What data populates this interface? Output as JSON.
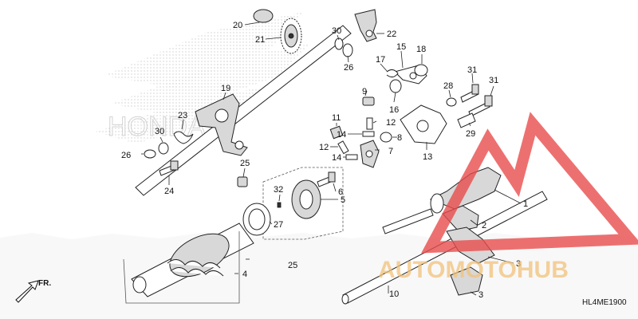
{
  "diagram": {
    "callouts": [
      {
        "id": "c20",
        "label": "20"
      },
      {
        "id": "c21",
        "label": "21"
      },
      {
        "id": "c30a",
        "label": "30"
      },
      {
        "id": "c22",
        "label": "22"
      },
      {
        "id": "c26a",
        "label": "26"
      },
      {
        "id": "c15",
        "label": "15"
      },
      {
        "id": "c17",
        "label": "17"
      },
      {
        "id": "c18",
        "label": "18"
      },
      {
        "id": "c9",
        "label": "9"
      },
      {
        "id": "c16",
        "label": "16"
      },
      {
        "id": "c19",
        "label": "19"
      },
      {
        "id": "c31a",
        "label": "31"
      },
      {
        "id": "c31b",
        "label": "31"
      },
      {
        "id": "c28",
        "label": "28"
      },
      {
        "id": "c23",
        "label": "23"
      },
      {
        "id": "c11",
        "label": "11"
      },
      {
        "id": "c12a",
        "label": "12"
      },
      {
        "id": "c30b",
        "label": "30"
      },
      {
        "id": "c14a",
        "label": "14"
      },
      {
        "id": "c8",
        "label": "8"
      },
      {
        "id": "c13",
        "label": "13"
      },
      {
        "id": "c29",
        "label": "29"
      },
      {
        "id": "c26b",
        "label": "26"
      },
      {
        "id": "c12b",
        "label": "12"
      },
      {
        "id": "c7",
        "label": "7"
      },
      {
        "id": "c14b",
        "label": "14"
      },
      {
        "id": "c25a",
        "label": "25"
      },
      {
        "id": "c24",
        "label": "24"
      },
      {
        "id": "c6",
        "label": "6"
      },
      {
        "id": "c32",
        "label": "32"
      },
      {
        "id": "c5",
        "label": "5"
      },
      {
        "id": "c1",
        "label": "1"
      },
      {
        "id": "c27",
        "label": "27"
      },
      {
        "id": "c2",
        "label": "2"
      },
      {
        "id": "c25b",
        "label": "25"
      },
      {
        "id": "c3a",
        "label": "3"
      },
      {
        "id": "c4",
        "label": "4"
      },
      {
        "id": "c10",
        "label": "10"
      },
      {
        "id": "c3b",
        "label": "3"
      }
    ],
    "direction_label": "FR.",
    "diagram_code": "HL4ME1900",
    "watermark": "AUTOMOTOHUB",
    "colors": {
      "watermark_red": "#e84c4c",
      "watermark_gold": "#f1c27a",
      "line": "#222222"
    }
  }
}
